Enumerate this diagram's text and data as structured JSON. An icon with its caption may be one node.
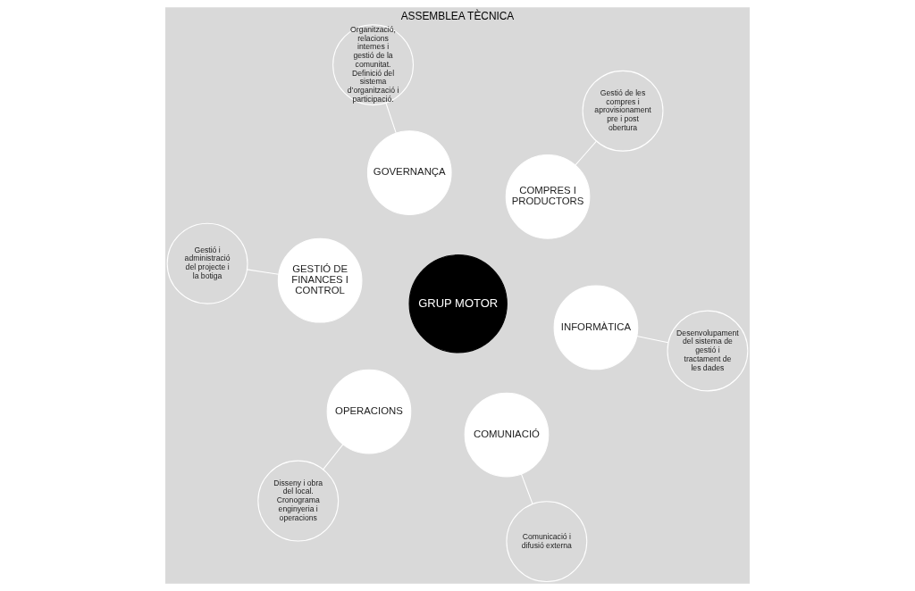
{
  "diagram": {
    "title": "ASSEMBLEA TÈCNICA",
    "nodes": [
      {
        "text": [
          "GRUP MOTOR"
        ]
      },
      {
        "text": [
          "COMUNIACIÓ"
        ]
      },
      {
        "text": [
          "Comunicació i difusió externa"
        ]
      },
      {
        "text": [
          "GOVERNANÇA"
        ]
      },
      {
        "text": [
          "Organització, relacions internes i gestió de la comunitat. Definició del sistema d’organització i participació."
        ]
      },
      {
        "text": [
          "GESTIÓ DE FINANCES I CONTROL"
        ]
      },
      {
        "text": [
          "Gestió i administració del projecte i la botiga"
        ]
      },
      {
        "text": [
          "INFORMÀTICA"
        ]
      },
      {
        "text": [
          "Desenvolupament del sistema de gestió i tractament de les dades"
        ]
      },
      {
        "text": [
          "OPERACIONS"
        ]
      },
      {
        "text": [
          "Disseny i obra del local. Cronograma enginyeria i operacions"
        ]
      },
      {
        "text": [
          "COMPRES I PRODUCTORS"
        ]
      },
      {
        "text": [
          "Gestió de les compres i aprovisionament pre i post obertura"
        ]
      }
    ],
    "edges": [
      {
        "from": 1,
        "to": 2,
        "arrow": "none"
      },
      {
        "from": 3,
        "to": 4,
        "arrow": "none"
      },
      {
        "from": 5,
        "to": 6,
        "arrow": "none"
      },
      {
        "from": 7,
        "to": 8,
        "arrow": "none"
      },
      {
        "from": 9,
        "to": 10,
        "arrow": "none"
      },
      {
        "from": 11,
        "to": 12,
        "arrow": "none"
      }
    ]
  }
}
